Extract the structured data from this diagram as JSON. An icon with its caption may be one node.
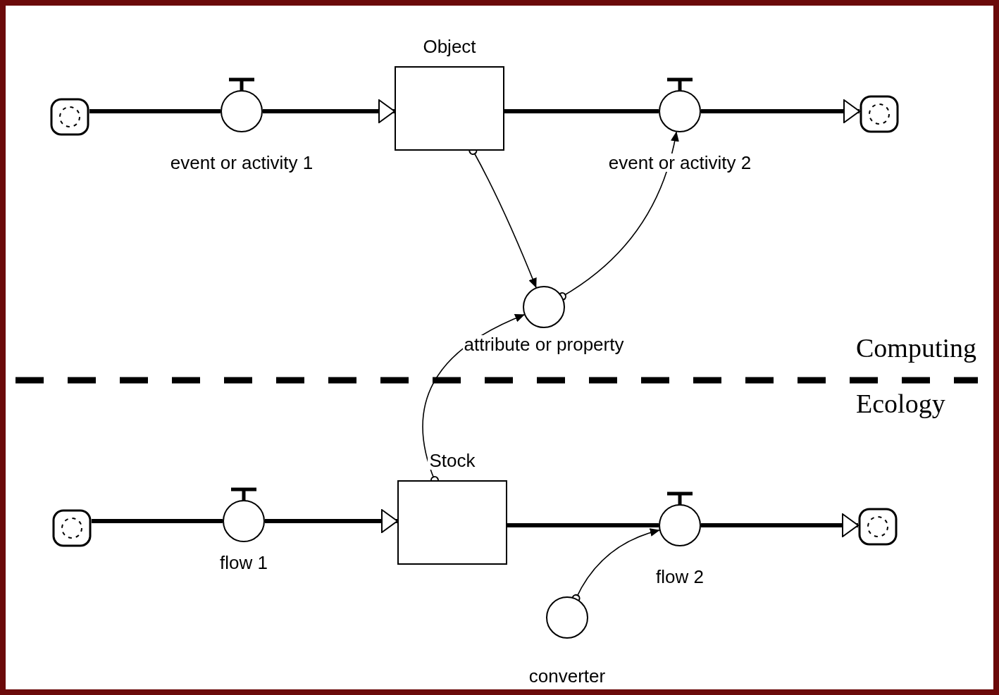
{
  "diagram": {
    "nodes": [
      {
        "text": [],
        "shape": "cloud"
      },
      {
        "text": [
          "event or activity 1"
        ]
      },
      {
        "text": [
          "Object"
        ]
      },
      {
        "text": [
          "event or activity 2"
        ]
      },
      {
        "text": [],
        "shape": "cloud"
      },
      {
        "text": [
          "attribute or property"
        ]
      },
      {
        "text": [],
        "shape": "cloud"
      },
      {
        "text": [
          "flow 1"
        ]
      },
      {
        "text": [
          "Stock"
        ]
      },
      {
        "text": [
          "flow 2"
        ]
      },
      {
        "text": [],
        "shape": "cloud"
      },
      {
        "text": [
          "converter"
        ]
      }
    ],
    "edges": [
      {
        "from": 0,
        "to": 1,
        "arrow": "none"
      },
      {
        "from": 1,
        "to": 2,
        "arrow": "to"
      },
      {
        "from": 2,
        "to": 3,
        "arrow": "none"
      },
      {
        "from": 3,
        "to": 4,
        "arrow": "to"
      },
      {
        "from": 2,
        "to": 5,
        "arrow": "to"
      },
      {
        "from": 5,
        "to": 3,
        "arrow": "to"
      },
      {
        "from": 8,
        "to": 5,
        "arrow": "to"
      },
      {
        "from": 11,
        "to": 9,
        "arrow": "to"
      },
      {
        "from": 6,
        "to": 7,
        "arrow": "none"
      },
      {
        "from": 7,
        "to": 8,
        "arrow": "to"
      },
      {
        "from": 8,
        "to": 9,
        "arrow": "none"
      },
      {
        "from": 9,
        "to": 10,
        "arrow": "to"
      }
    ],
    "labels": [
      "Computing",
      "Ecology"
    ]
  }
}
